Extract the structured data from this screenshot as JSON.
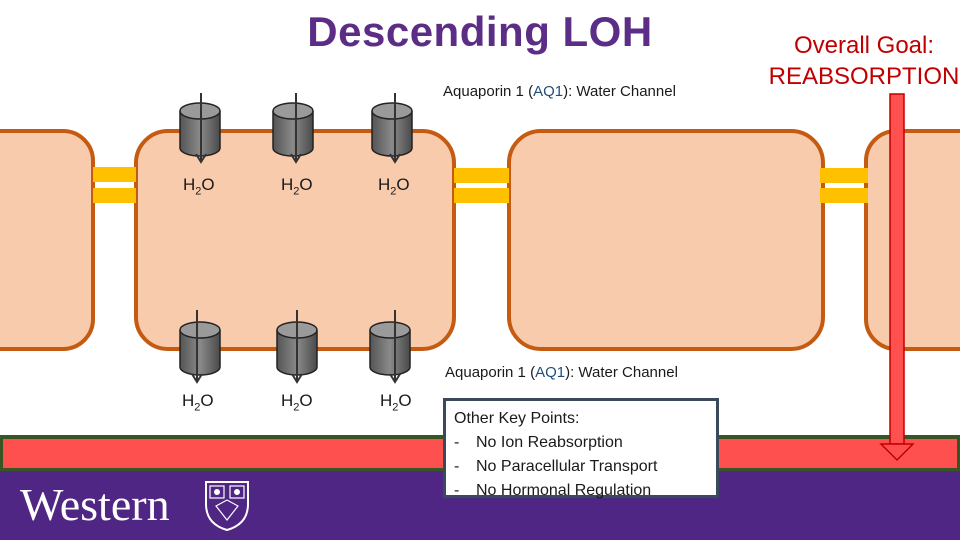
{
  "title": "Descending LOH",
  "goal": {
    "line1": "Overall Goal:",
    "line2": "REABSORPTION"
  },
  "aquaporin_label_top": {
    "name": "Aquaporin 1 (",
    "code": "AQ1",
    "rest": "): Water Channel"
  },
  "aquaporin_label_bottom": {
    "name": "Aquaporin 1 (",
    "code": "AQ1",
    "rest": "): Water Channel"
  },
  "water": {
    "h": "H",
    "sub": "2",
    "o": "O"
  },
  "key_points": {
    "heading": "Other Key Points:",
    "items": [
      {
        "dash": "-",
        "text": "No Ion Reabsorption"
      },
      {
        "dash": "-",
        "text": "No Paracellular Transport"
      },
      {
        "dash": "-",
        "text": "No Hormonal Regulation"
      }
    ]
  },
  "footer": {
    "logo_text": "Western"
  },
  "colors": {
    "title": "#5b2d86",
    "goal": "#c00000",
    "cell_fill": "#f8cbad",
    "cell_border": "#c55a11",
    "junction": "#ffc000",
    "blood": "#ff5050",
    "blood_border": "#375623",
    "purple_bar": "#4f2683"
  }
}
